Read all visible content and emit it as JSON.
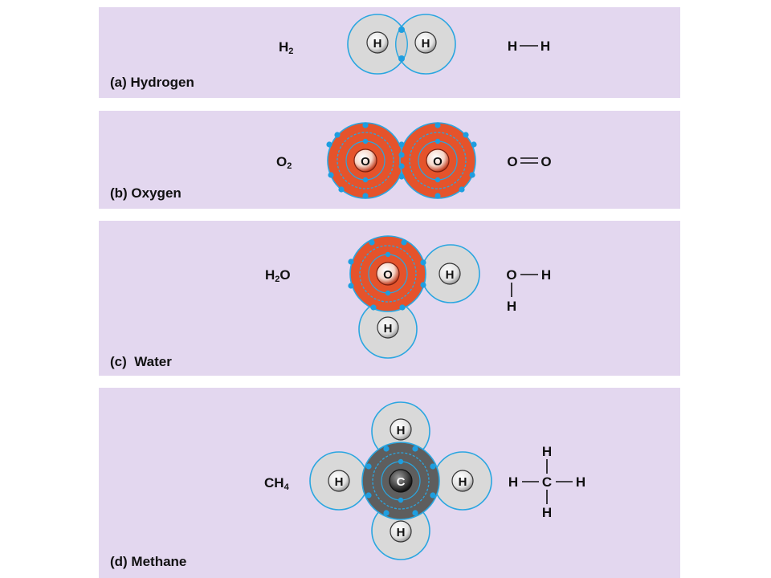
{
  "panels": [
    {
      "label": "(a) Hydrogen",
      "formula_main": "H",
      "formula_sub": "2",
      "atoms": [
        "H",
        "H"
      ],
      "structural": [
        "H",
        "H"
      ]
    },
    {
      "label": "(b) Oxygen",
      "formula_main": "O",
      "formula_sub": "2",
      "atoms": [
        "O",
        "O"
      ],
      "structural": [
        "O",
        "O"
      ]
    },
    {
      "label": "(c)  Water",
      "formula_main": "H",
      "formula_sub": "2",
      "formula_tail": "O",
      "atoms": [
        "O",
        "H",
        "H"
      ],
      "structural": [
        "O",
        "H",
        "H"
      ]
    },
    {
      "label": "(d) Methane",
      "formula_main": "CH",
      "formula_sub": "4",
      "atoms": [
        "C",
        "H",
        "H",
        "H",
        "H"
      ],
      "structural": [
        "C",
        "H",
        "H",
        "H",
        "H"
      ]
    }
  ],
  "colors": {
    "panel": "#e3d7ef",
    "hydrogen_shell": "#d9d9d9",
    "oxygen_shell": "#e5532b",
    "carbon_shell": "#5e5e5e",
    "orbit": "#2aa6e0",
    "electron": "#1e9ee0"
  }
}
